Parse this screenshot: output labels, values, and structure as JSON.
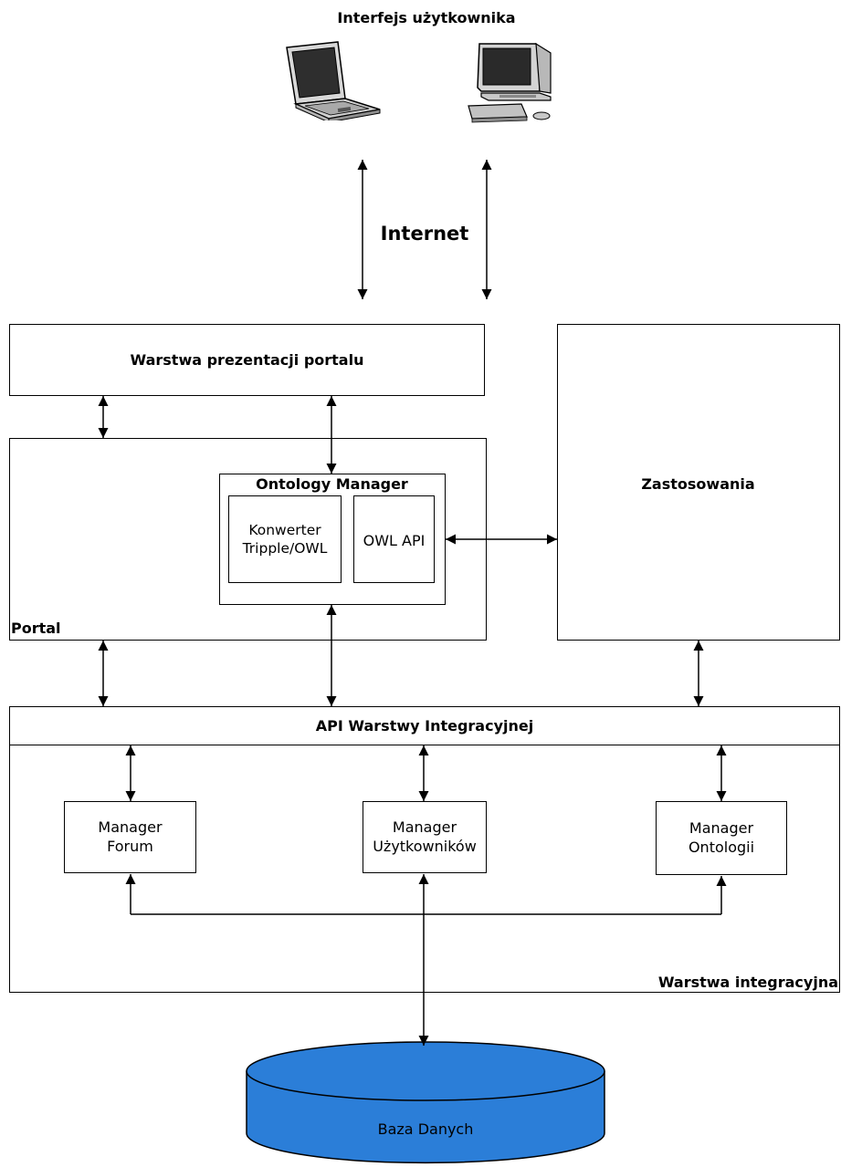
{
  "user_interface": {
    "title": "Interfejs użytkownika",
    "devices": [
      "laptop-icon",
      "desktop-computer-icon"
    ]
  },
  "internet": {
    "label": "Internet"
  },
  "presentation_layer": {
    "label": "Warstwa prezentacji portalu"
  },
  "portal": {
    "label": "Portal",
    "ontology_manager": {
      "title": "Ontology Manager",
      "converter": "Konwerter\nTripple/OWL",
      "owl_api": "OWL API"
    }
  },
  "applications": {
    "label": "Zastosowania"
  },
  "integration_layer": {
    "api_label": "API Warstwy Integracyjnej",
    "label": "Warstwa integracyjna",
    "managers": {
      "forum": "Manager\nForum",
      "users": "Manager\nUżytkowników",
      "ontology": "Manager\nOntologii"
    }
  },
  "database": {
    "label": "Baza Danych",
    "fill_color": "#2b7ed8"
  }
}
